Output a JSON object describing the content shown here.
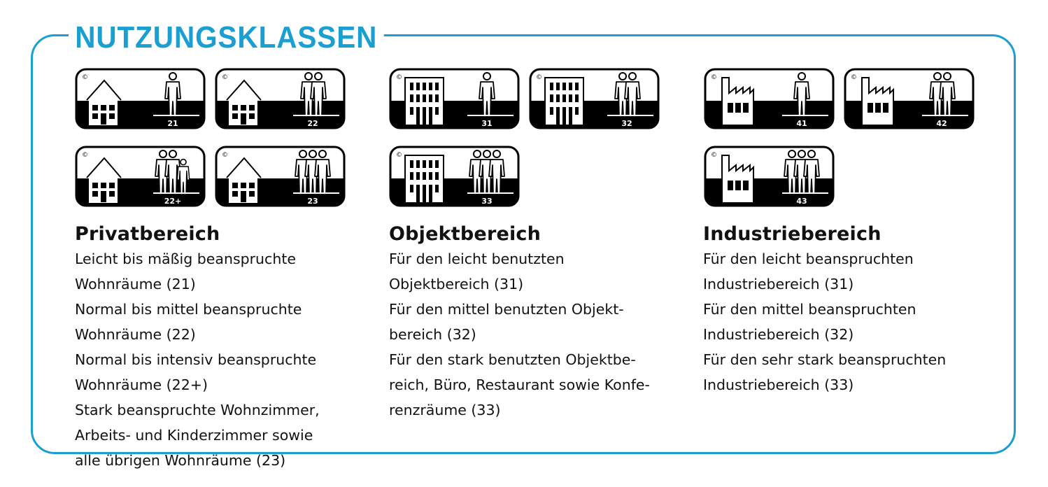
{
  "title": "NUTZUNGSKLASSEN",
  "colors": {
    "accent": "#1a9fd0",
    "icon": "#000000",
    "text": "#111111"
  },
  "sections": [
    {
      "id": "privat",
      "heading": "Privatbereich",
      "icon_type": "house-icon",
      "badges": [
        {
          "code": "21",
          "persons": 1
        },
        {
          "code": "22",
          "persons": 2
        },
        {
          "code": "22+",
          "persons": "2+child"
        },
        {
          "code": "23",
          "persons": 3
        }
      ],
      "lines": [
        "Leicht bis mäßig beanspruchte",
        "Wohnräume (21)",
        "Normal bis mittel beanspruchte",
        "Wohnräume (22)",
        "Normal bis intensiv beanspruchte",
        "Wohnräume (22+)",
        "Stark beanspruchte Wohnzimmer,",
        "Arbeits- und Kinderzimmer sowie",
        "alle übrigen Wohnräume (23)"
      ]
    },
    {
      "id": "objekt",
      "heading": "Objektbereich",
      "icon_type": "office-building-icon",
      "badges": [
        {
          "code": "31",
          "persons": 1
        },
        {
          "code": "32",
          "persons": 2
        },
        {
          "code": "33",
          "persons": 3
        }
      ],
      "lines": [
        "Für den leicht benutzten",
        "Objektbereich (31)",
        "Für den mittel benutzten Objekt-",
        "bereich (32)",
        "Für den stark benutzten Objektbe-",
        "reich, Büro, Restaurant sowie Konfe-",
        "renzräume (33)"
      ]
    },
    {
      "id": "industrie",
      "heading": "Industriebereich",
      "icon_type": "factory-icon",
      "badges": [
        {
          "code": "41",
          "persons": 1
        },
        {
          "code": "42",
          "persons": 2
        },
        {
          "code": "43",
          "persons": 3
        }
      ],
      "lines": [
        "Für den leicht beanspruchten",
        "Industriebereich (31)",
        "Für den mittel beanspruchten",
        "Industriebereich (32)",
        "Für den sehr stark beanspruchten",
        "Industriebereich (33)"
      ]
    }
  ]
}
